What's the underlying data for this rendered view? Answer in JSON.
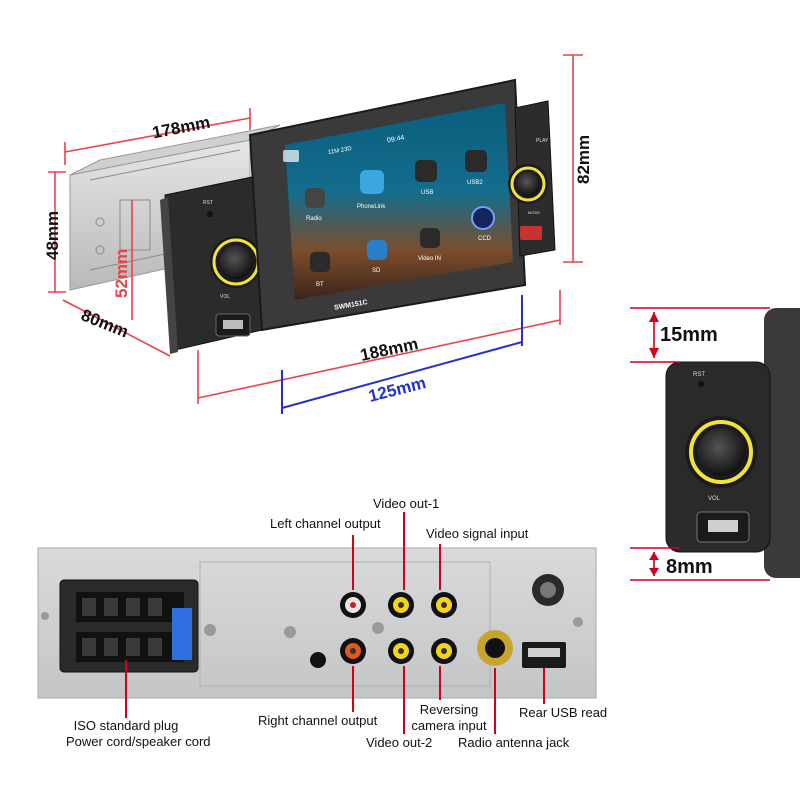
{
  "dimensions": {
    "width": "178mm",
    "height_outer": "48mm",
    "depth": "80mm",
    "height_inner": "52mm",
    "panel_height": "82mm",
    "panel_width": "188mm",
    "screen_width": "125mm",
    "knob_top_gap": "15mm",
    "knob_bottom_gap": "8mm"
  },
  "device": {
    "model": "SWM151C",
    "status_date": "11M 23D",
    "clock": "09:44",
    "rst": "RST",
    "play": "PLAY",
    "vol": "VOL",
    "mode": "MODE",
    "apps": [
      "Radio",
      "PhoneLink",
      "USB",
      "USB2",
      "BT",
      "SD",
      "Video IN",
      "CCD"
    ]
  },
  "connectors": {
    "video_out_1": "Video out-1",
    "left_channel": "Left channel output",
    "video_signal": "Video signal input",
    "iso_plug_line1": "ISO standard plug",
    "iso_plug_line2": "Power cord/speaker cord",
    "right_channel": "Right channel output",
    "video_out_2": "Video out-2",
    "reversing_line1": "Reversing",
    "reversing_line2": "camera input",
    "antenna": "Radio antenna jack",
    "rear_usb": "Rear USB read"
  },
  "colors": {
    "dim_line": "#e8434b",
    "screen_dim": "#2333c9",
    "arrow_red": "#d2001a",
    "knob_ring": "#f2e33a"
  }
}
